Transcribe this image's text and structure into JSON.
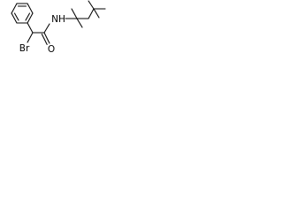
{
  "atom_labels": {
    "bromine": "Br",
    "oxygen": "O",
    "amide_nitrogen": "NH"
  },
  "colors": {
    "bond": "#000000",
    "label": "#000000",
    "background": "#ffffff"
  }
}
